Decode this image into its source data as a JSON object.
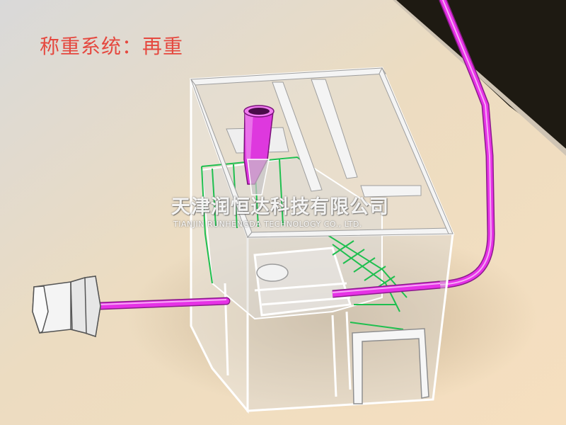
{
  "title": "称重系统：再重",
  "watermark": {
    "company_cn": "天津润恒达科技有限公司",
    "company_en": "TIANJIN RUNHENGDA TECHNOLOGY CO., LTD."
  },
  "colors": {
    "title_text": "#e5483f",
    "pipe": "#e632e6",
    "frame_rail": "#1fbf4f",
    "floor": "#f2e2c8",
    "background_dark": "#1e1a12"
  }
}
